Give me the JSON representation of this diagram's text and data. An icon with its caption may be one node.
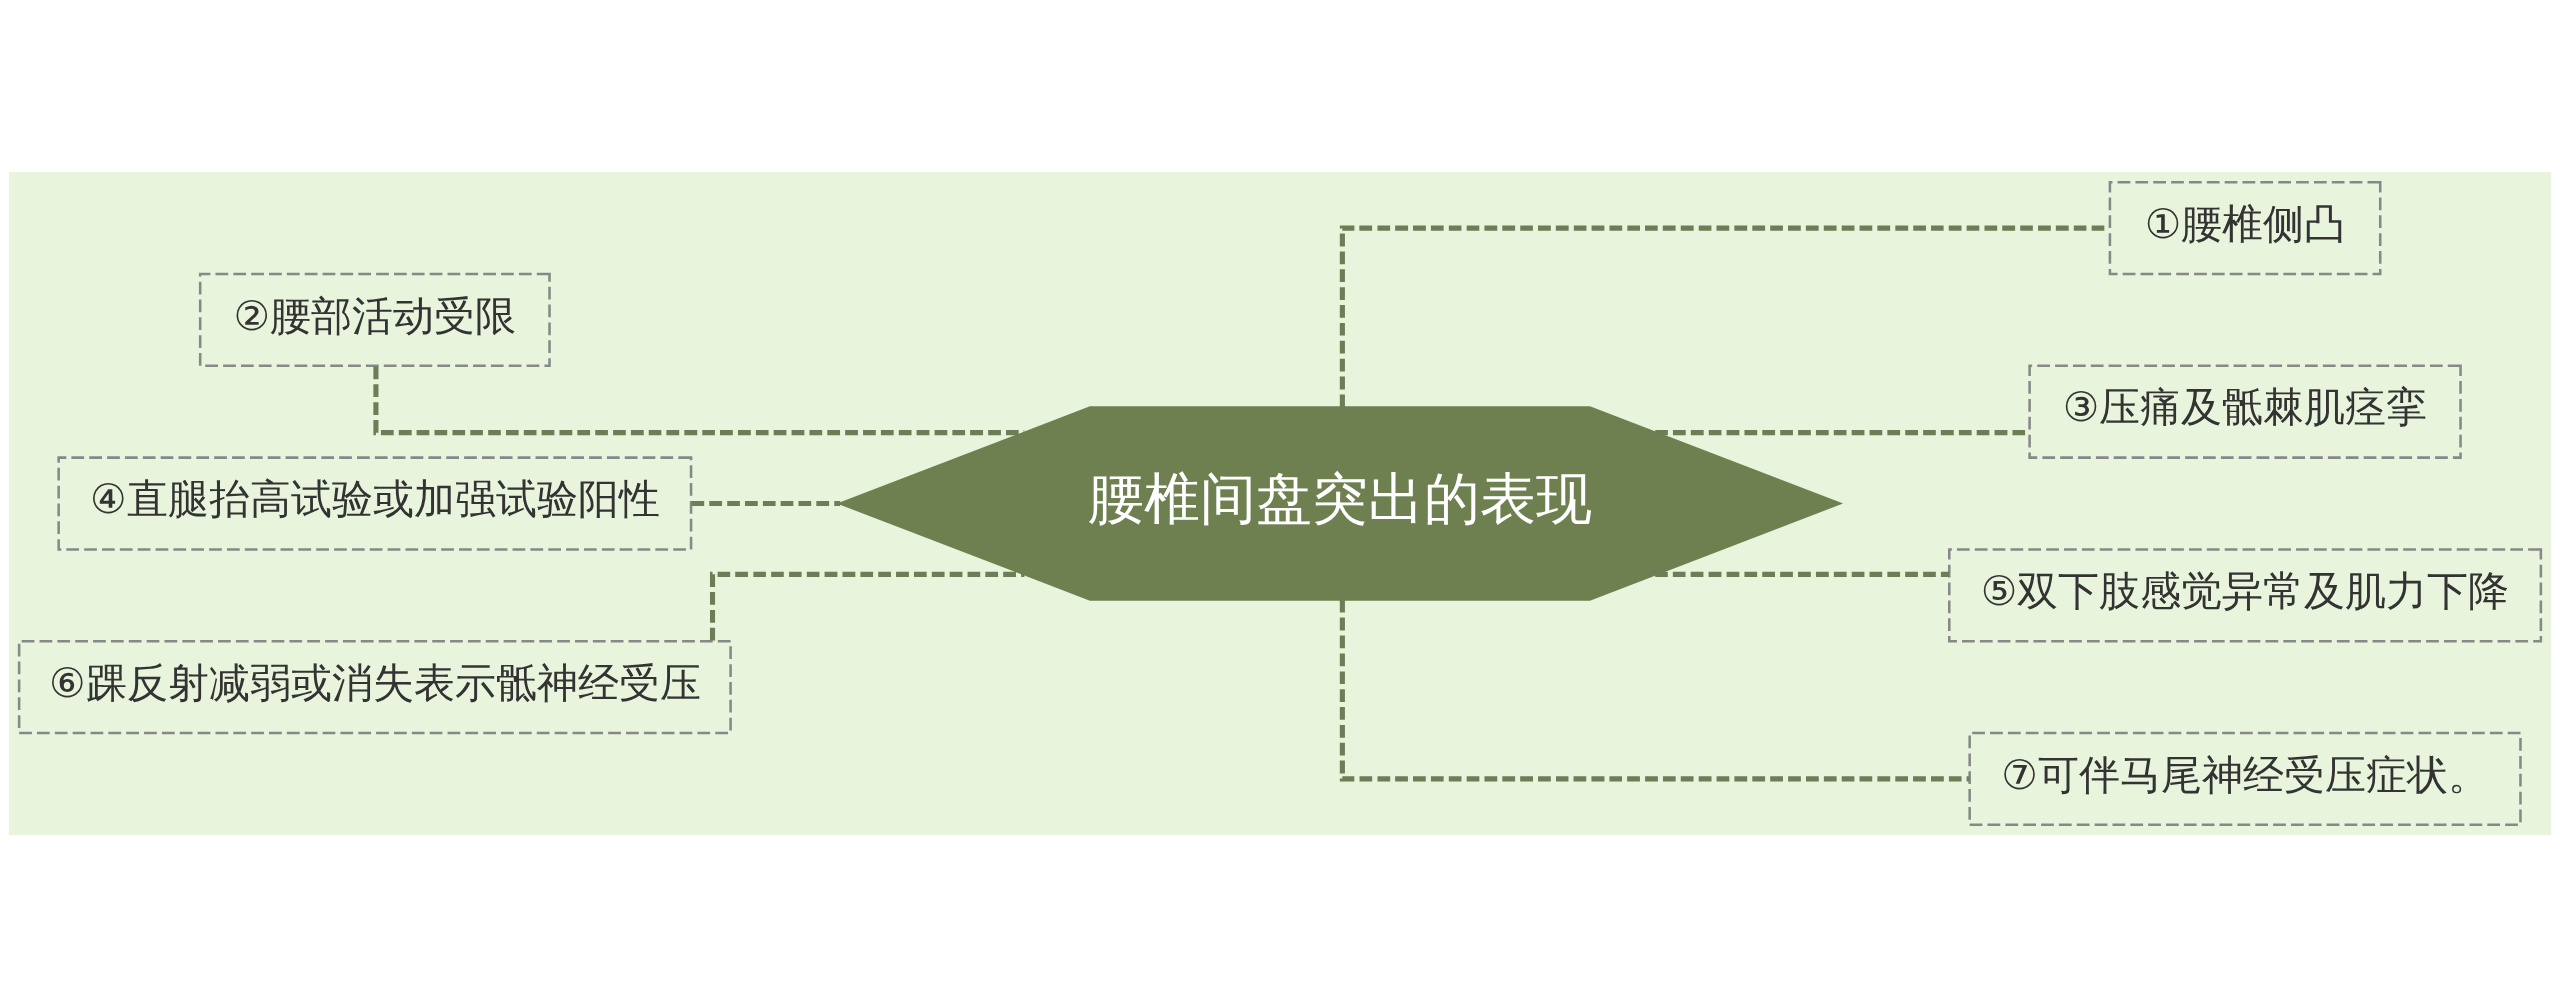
{
  "diagram": {
    "nodes": [
      {
        "text": [
          "腰椎间盘突出的表现"
        ]
      },
      {
        "text": [
          "①腰椎侧凸"
        ]
      },
      {
        "text": [
          "②腰部活动受限"
        ]
      },
      {
        "text": [
          "③压痛及骶棘肌痉挛"
        ]
      },
      {
        "text": [
          "④直腿抬高试验或加强试验阳性"
        ]
      },
      {
        "text": [
          "⑤双下肢感觉异常及肌力下降"
        ]
      },
      {
        "text": [
          "⑥踝反射减弱或消失表示骶神经受压"
        ]
      },
      {
        "text": [
          "⑦可伴马尾神经受压症状。"
        ]
      }
    ],
    "edges": [
      {
        "from": 0,
        "to": 1,
        "arrow": "none",
        "style": "dashed"
      },
      {
        "from": 0,
        "to": 2,
        "arrow": "none",
        "style": "dashed"
      },
      {
        "from": 0,
        "to": 3,
        "arrow": "none",
        "style": "dashed"
      },
      {
        "from": 0,
        "to": 4,
        "arrow": "none",
        "style": "dashed"
      },
      {
        "from": 0,
        "to": 5,
        "arrow": "none",
        "style": "dashed"
      },
      {
        "from": 0,
        "to": 6,
        "arrow": "none",
        "style": "dashed"
      },
      {
        "from": 0,
        "to": 7,
        "arrow": "none",
        "style": "dashed"
      }
    ]
  }
}
